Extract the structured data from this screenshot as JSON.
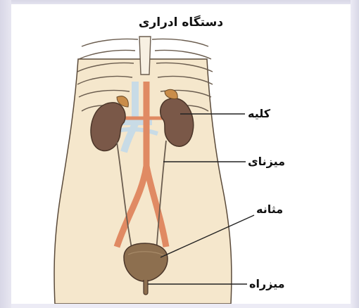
{
  "figure": {
    "title": "دستگاه ادراری",
    "labels": {
      "kidney": "کلیه",
      "ureter": "میزنای",
      "bladder": "مثانه",
      "urethra": "میزراه"
    }
  },
  "colors": {
    "skin": "#f5e7cc",
    "kidney": "#7a5848",
    "adrenal": "#c98d4a",
    "bladder": "#8d6f4f",
    "artery": "#e08a63",
    "vein": "#c8dbe6",
    "outline": "#5a4a3a"
  }
}
